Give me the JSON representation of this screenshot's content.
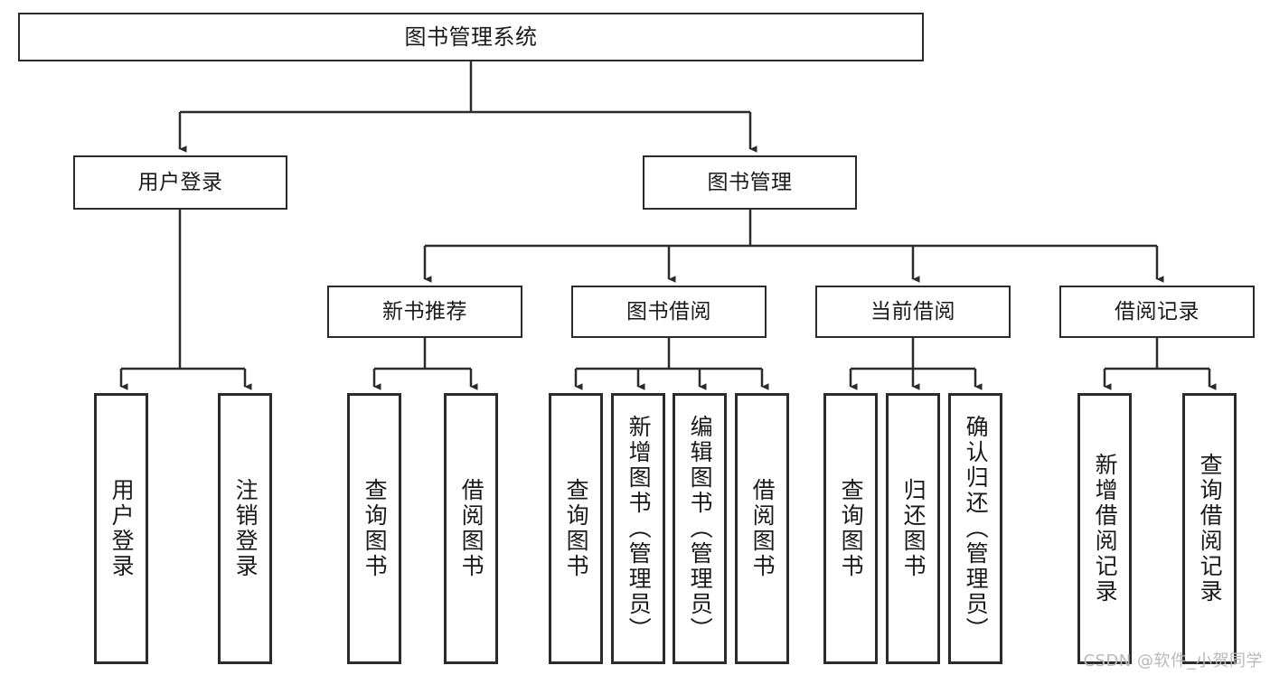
{
  "diagram": {
    "title": "图书管理系统",
    "type": "hierarchy-tree",
    "root": {
      "label": "图书管理系统"
    },
    "level2": [
      {
        "label": "用户登录"
      },
      {
        "label": "图书管理"
      }
    ],
    "level3": [
      {
        "label": "新书推荐"
      },
      {
        "label": "图书借阅"
      },
      {
        "label": "当前借阅"
      },
      {
        "label": "借阅记录"
      }
    ],
    "leaves": [
      {
        "label": "用户登录"
      },
      {
        "label": "注销登录"
      },
      {
        "label": "查询图书"
      },
      {
        "label": "借阅图书"
      },
      {
        "label": "查询图书"
      },
      {
        "label": "新增图书（管理员）"
      },
      {
        "label": "编辑图书（管理员）"
      },
      {
        "label": "借阅图书"
      },
      {
        "label": "查询图书"
      },
      {
        "label": "归还图书"
      },
      {
        "label": "确认归还（管理员）"
      },
      {
        "label": "新增借阅记录"
      },
      {
        "label": "查询借阅记录"
      }
    ]
  },
  "watermark": {
    "text": "CSDN @软件_小贺同学"
  },
  "colors": {
    "stroke": "#2b2b2b",
    "background": "#ffffff",
    "text": "#1a1a1a",
    "watermark": "#b9b9b9"
  }
}
